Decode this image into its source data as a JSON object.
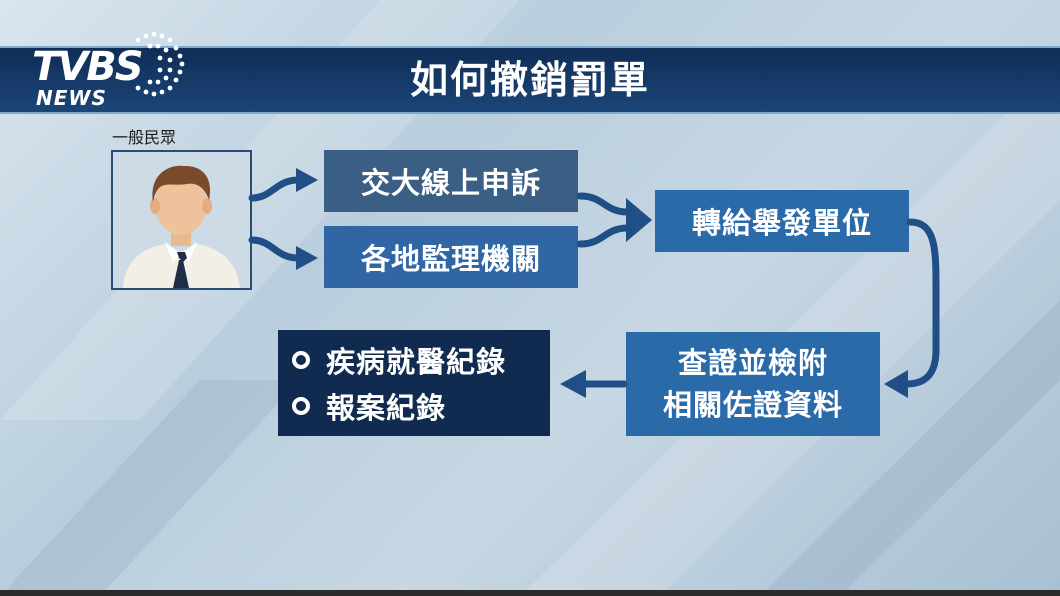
{
  "header": {
    "title": "如何撤銷罰單",
    "logo_main": "TVBS",
    "logo_sub": "NEWS"
  },
  "person": {
    "label": "一般民眾"
  },
  "steps": {
    "online_appeal": "交大線上申訴",
    "local_office": "各地監理機關",
    "issuing_unit": "轉給舉發單位",
    "verify_line1": "查證並檢附",
    "verify_line2": "相關佐證資料"
  },
  "records": {
    "items": [
      "疾病就醫紀錄",
      "報案紀錄"
    ]
  },
  "colors": {
    "header_bg": "#0f2d56",
    "box_blue": "#2a6aa9",
    "box_dark": "#102b4f",
    "arrow": "#1f4f86"
  }
}
